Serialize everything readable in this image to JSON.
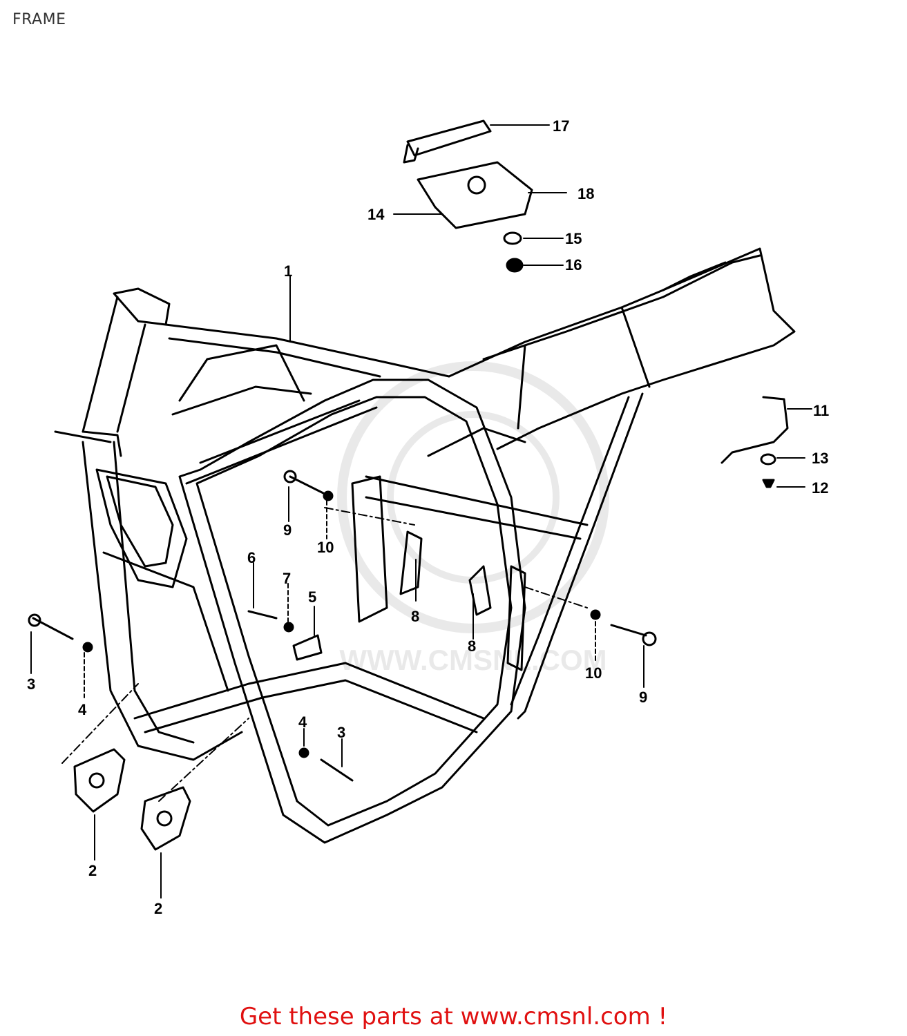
{
  "header": {
    "title": "FRAME"
  },
  "footer": {
    "link_text": "Get these parts at www.cmsnl.com !"
  },
  "watermark": {
    "text": "WWW.CMSNL.COM"
  },
  "callouts": [
    {
      "id": "c1",
      "label": "1"
    },
    {
      "id": "c2a",
      "label": "2"
    },
    {
      "id": "c2b",
      "label": "2"
    },
    {
      "id": "c3a",
      "label": "3"
    },
    {
      "id": "c3b",
      "label": "3"
    },
    {
      "id": "c4a",
      "label": "4"
    },
    {
      "id": "c4b",
      "label": "4"
    },
    {
      "id": "c5",
      "label": "5"
    },
    {
      "id": "c6",
      "label": "6"
    },
    {
      "id": "c7",
      "label": "7"
    },
    {
      "id": "c8a",
      "label": "8"
    },
    {
      "id": "c8b",
      "label": "8"
    },
    {
      "id": "c9a",
      "label": "9"
    },
    {
      "id": "c9b",
      "label": "9"
    },
    {
      "id": "c10a",
      "label": "10"
    },
    {
      "id": "c10b",
      "label": "10"
    },
    {
      "id": "c11",
      "label": "11"
    },
    {
      "id": "c12",
      "label": "12"
    },
    {
      "id": "c13",
      "label": "13"
    },
    {
      "id": "c14",
      "label": "14"
    },
    {
      "id": "c15",
      "label": "15"
    },
    {
      "id": "c16",
      "label": "16"
    },
    {
      "id": "c17a",
      "label": "17"
    },
    {
      "id": "c18",
      "label": "18"
    }
  ]
}
